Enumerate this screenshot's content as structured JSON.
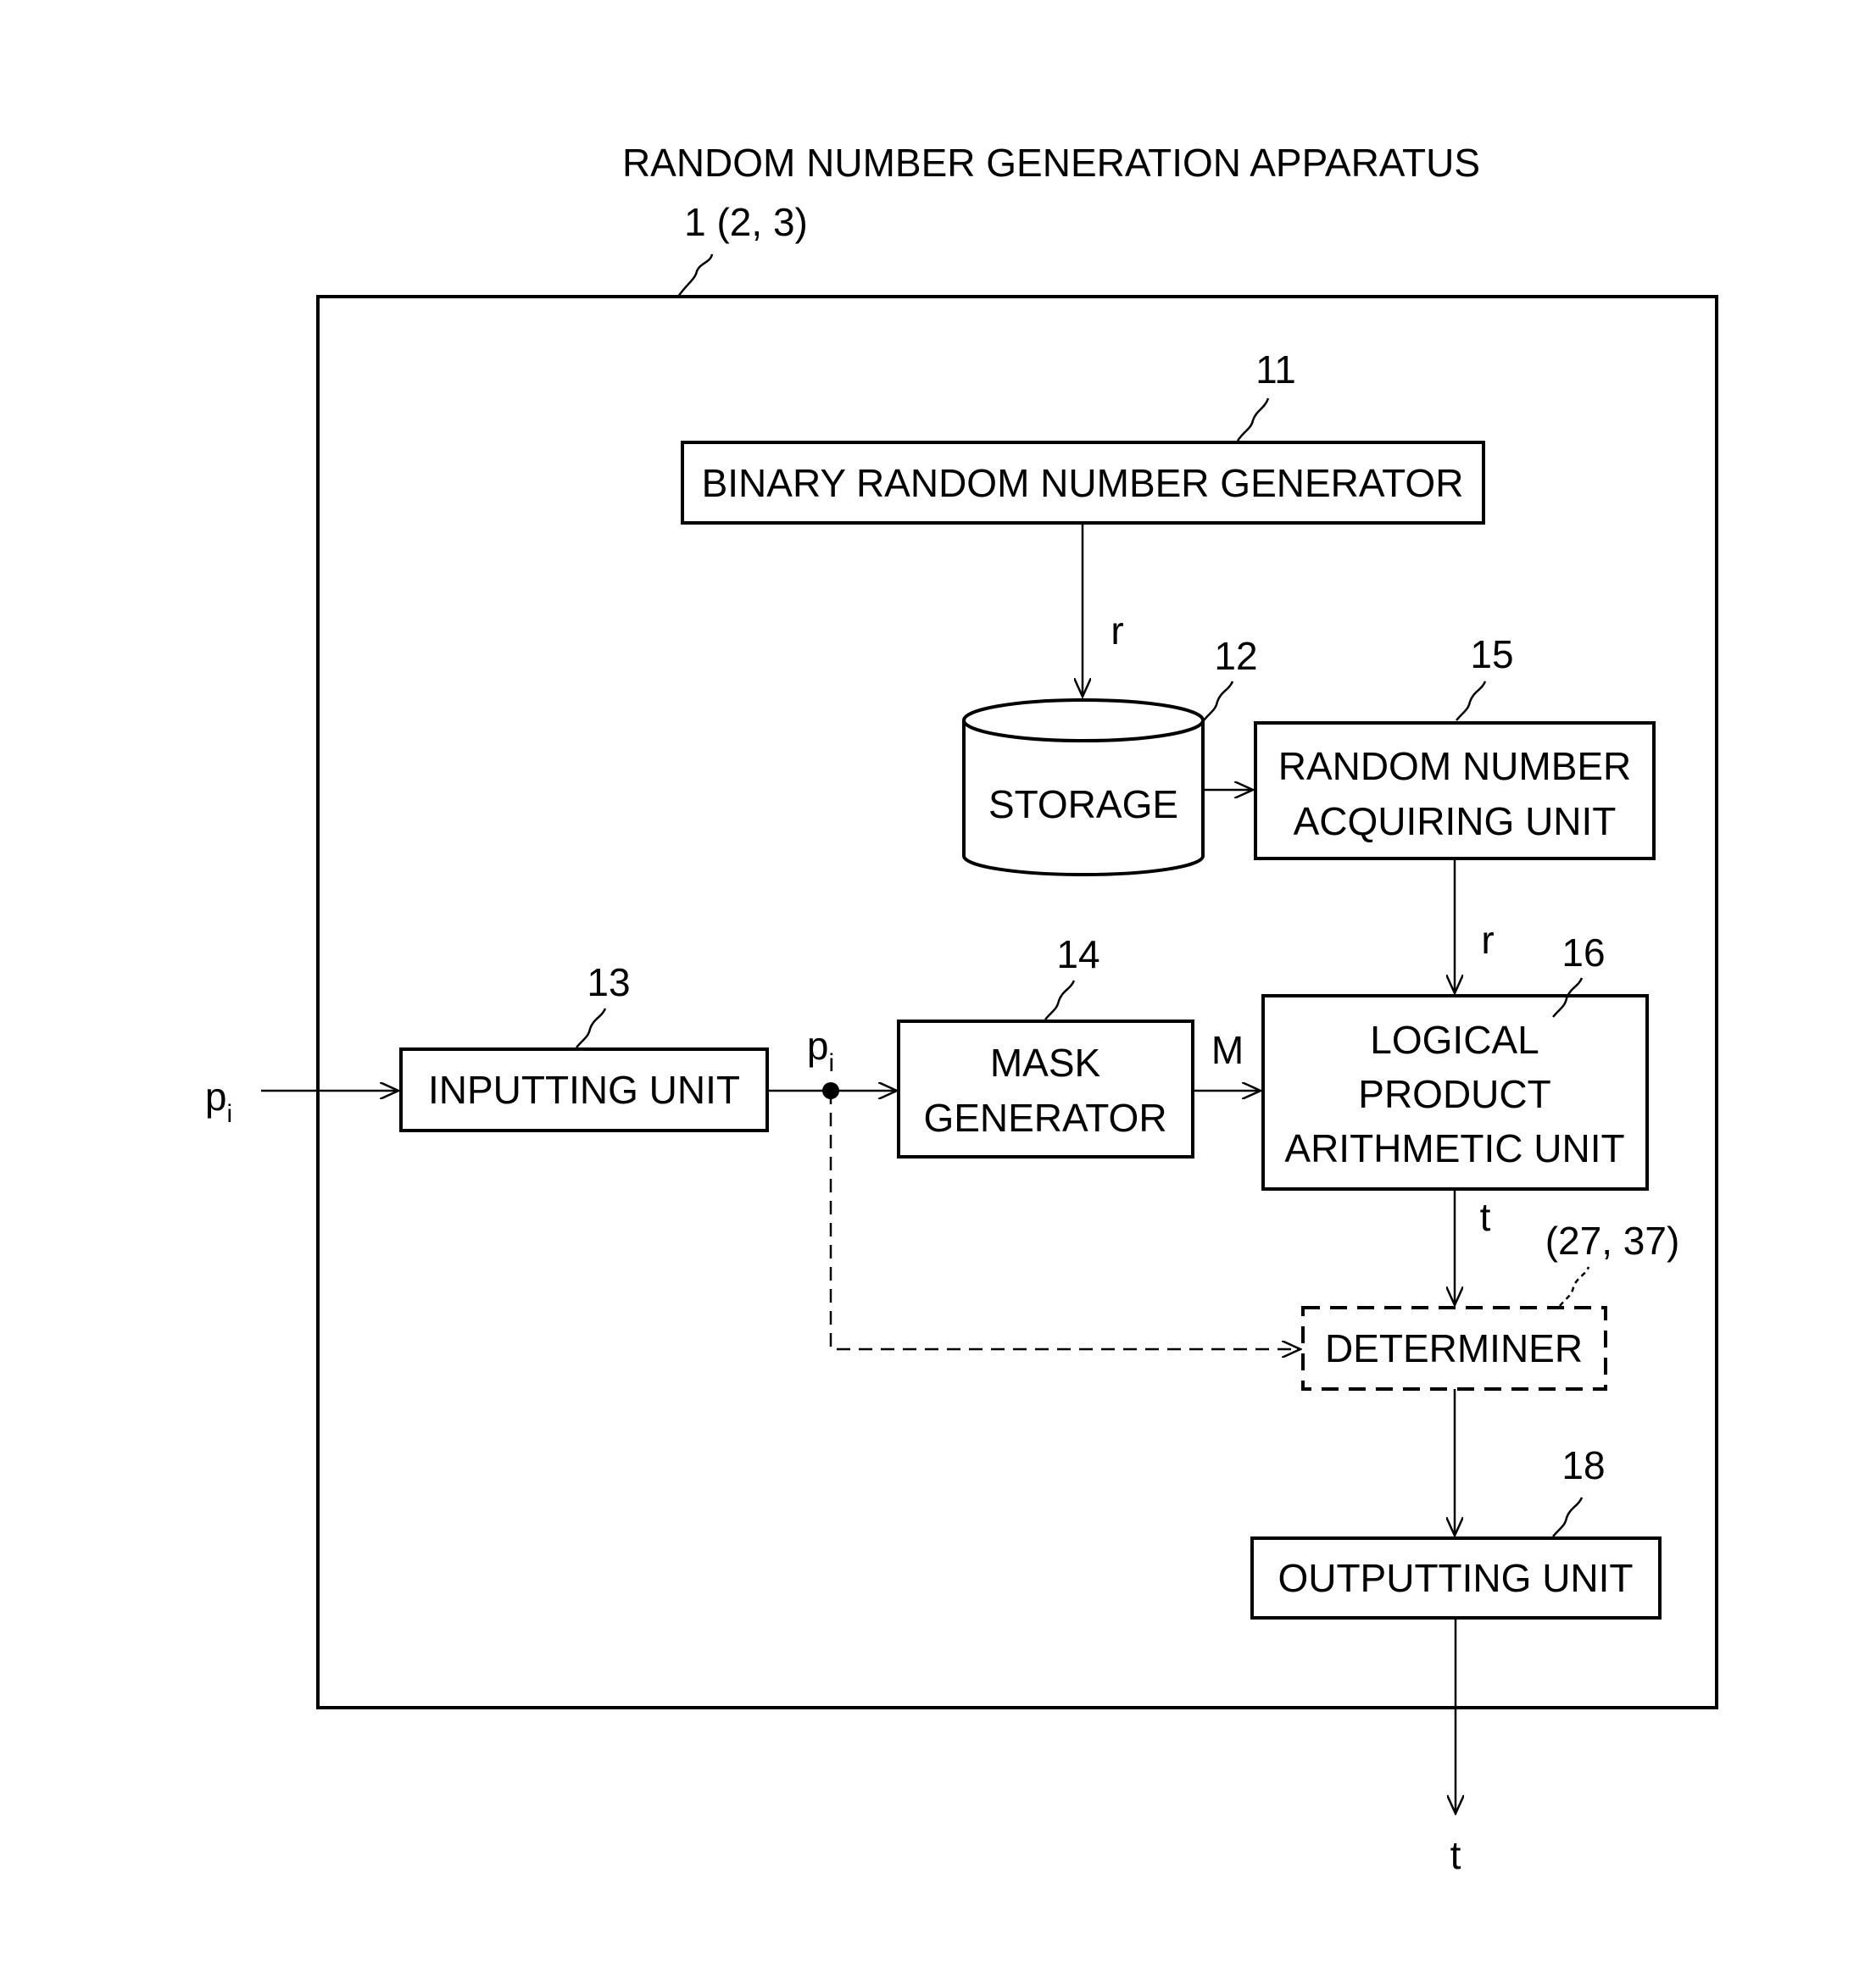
{
  "title": "RANDOM NUMBER GENERATION APPARATUS",
  "apparatus_ref": "1 (2, 3)",
  "blocks": {
    "binary_generator": {
      "ref": "11",
      "label": "BINARY RANDOM NUMBER GENERATOR"
    },
    "storage": {
      "ref": "12",
      "label": "STORAGE"
    },
    "inputting_unit": {
      "ref": "13",
      "label": "INPUTTING UNIT"
    },
    "mask_generator": {
      "ref": "14",
      "lines": [
        "MASK",
        "GENERATOR"
      ]
    },
    "random_acquiring_unit": {
      "ref": "15",
      "lines": [
        "RANDOM NUMBER",
        "ACQUIRING UNIT"
      ]
    },
    "logical_product_unit": {
      "ref": "16",
      "lines": [
        "LOGICAL",
        "PRODUCT",
        "ARITHMETIC UNIT"
      ]
    },
    "determiner": {
      "ref": "(27, 37)",
      "label": "DETERMINER"
    },
    "outputting_unit": {
      "ref": "18",
      "label": "OUTPUTTING UNIT"
    }
  },
  "signals": {
    "r_from_generator": "r",
    "r_to_logical": "r",
    "mask": "M",
    "t_to_determiner": "t",
    "t_output": "t",
    "p_input": {
      "base": "p",
      "sub": "i"
    },
    "p_branch": {
      "base": "p",
      "sub": "i"
    }
  }
}
